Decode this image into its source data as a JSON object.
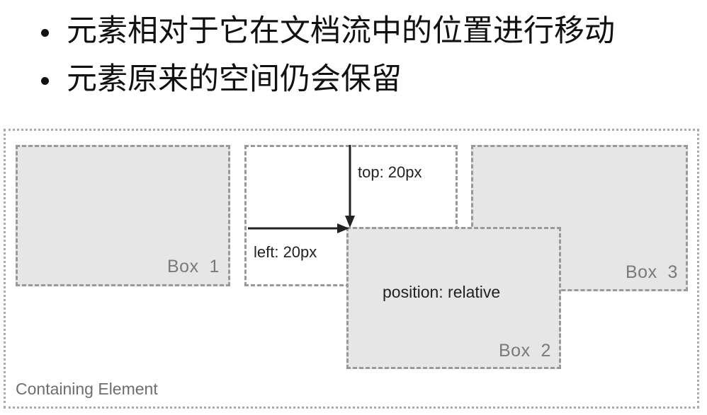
{
  "bullets": [
    "元素相对于它在文档流中的位置进行移动",
    "元素原来的空间仍会保留"
  ],
  "diagram": {
    "container_label": "Containing Element",
    "box1_label": "Box  1",
    "box2_label": "Box  2",
    "box3_label": "Box  3",
    "box2_text": "position: relative",
    "top_annotation": "top: 20px",
    "left_annotation": "left: 20px"
  },
  "colors": {
    "box_fill": "#e6e6e6",
    "box_border": "#999999",
    "container_border": "#aaaaaa",
    "arrow": "#222222"
  }
}
